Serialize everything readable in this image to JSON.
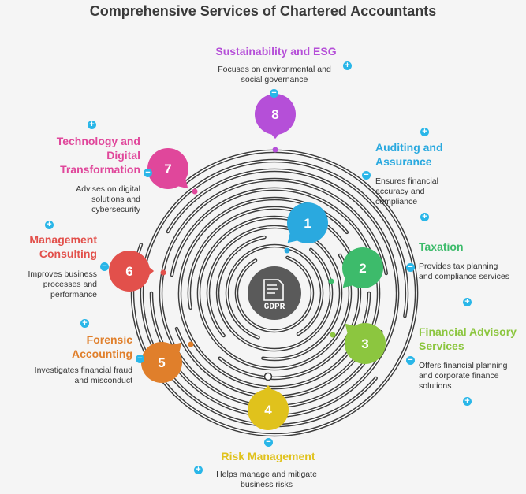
{
  "title": "Comprehensive Services of Chartered Accountants",
  "center_icon": {
    "name": "gdpr-document-icon",
    "label": "GDPR"
  },
  "services": [
    {
      "num": "1",
      "color": "#2aa9df",
      "title": "Auditing and Assurance",
      "description": "Ensures financial accuracy and compliance"
    },
    {
      "num": "2",
      "color": "#3dbb6b",
      "title": "Taxation",
      "description": "Provides tax planning and compliance services"
    },
    {
      "num": "3",
      "color": "#8cc63f",
      "title": "Financial Advisory Services",
      "description": "Offers financial planning and corporate finance solutions"
    },
    {
      "num": "4",
      "color": "#e0c21c",
      "title": "Risk Management",
      "description": "Helps manage and mitigate business risks"
    },
    {
      "num": "5",
      "color": "#e07f2b",
      "title": "Forensic Accounting",
      "description": "Investigates financial fraud and misconduct"
    },
    {
      "num": "6",
      "color": "#e2504b",
      "title": "Management Consulting",
      "description": "Improves business processes and performance"
    },
    {
      "num": "7",
      "color": "#e0479b",
      "title": "Technology and Digital Transformation",
      "description": "Advises on digital solutions and cybersecurity"
    },
    {
      "num": "8",
      "color": "#b54fd8",
      "title": "Sustainability and ESG",
      "description": "Focuses on environmental and social governance"
    }
  ],
  "toggles": {
    "plus": "+",
    "minus": "−"
  }
}
